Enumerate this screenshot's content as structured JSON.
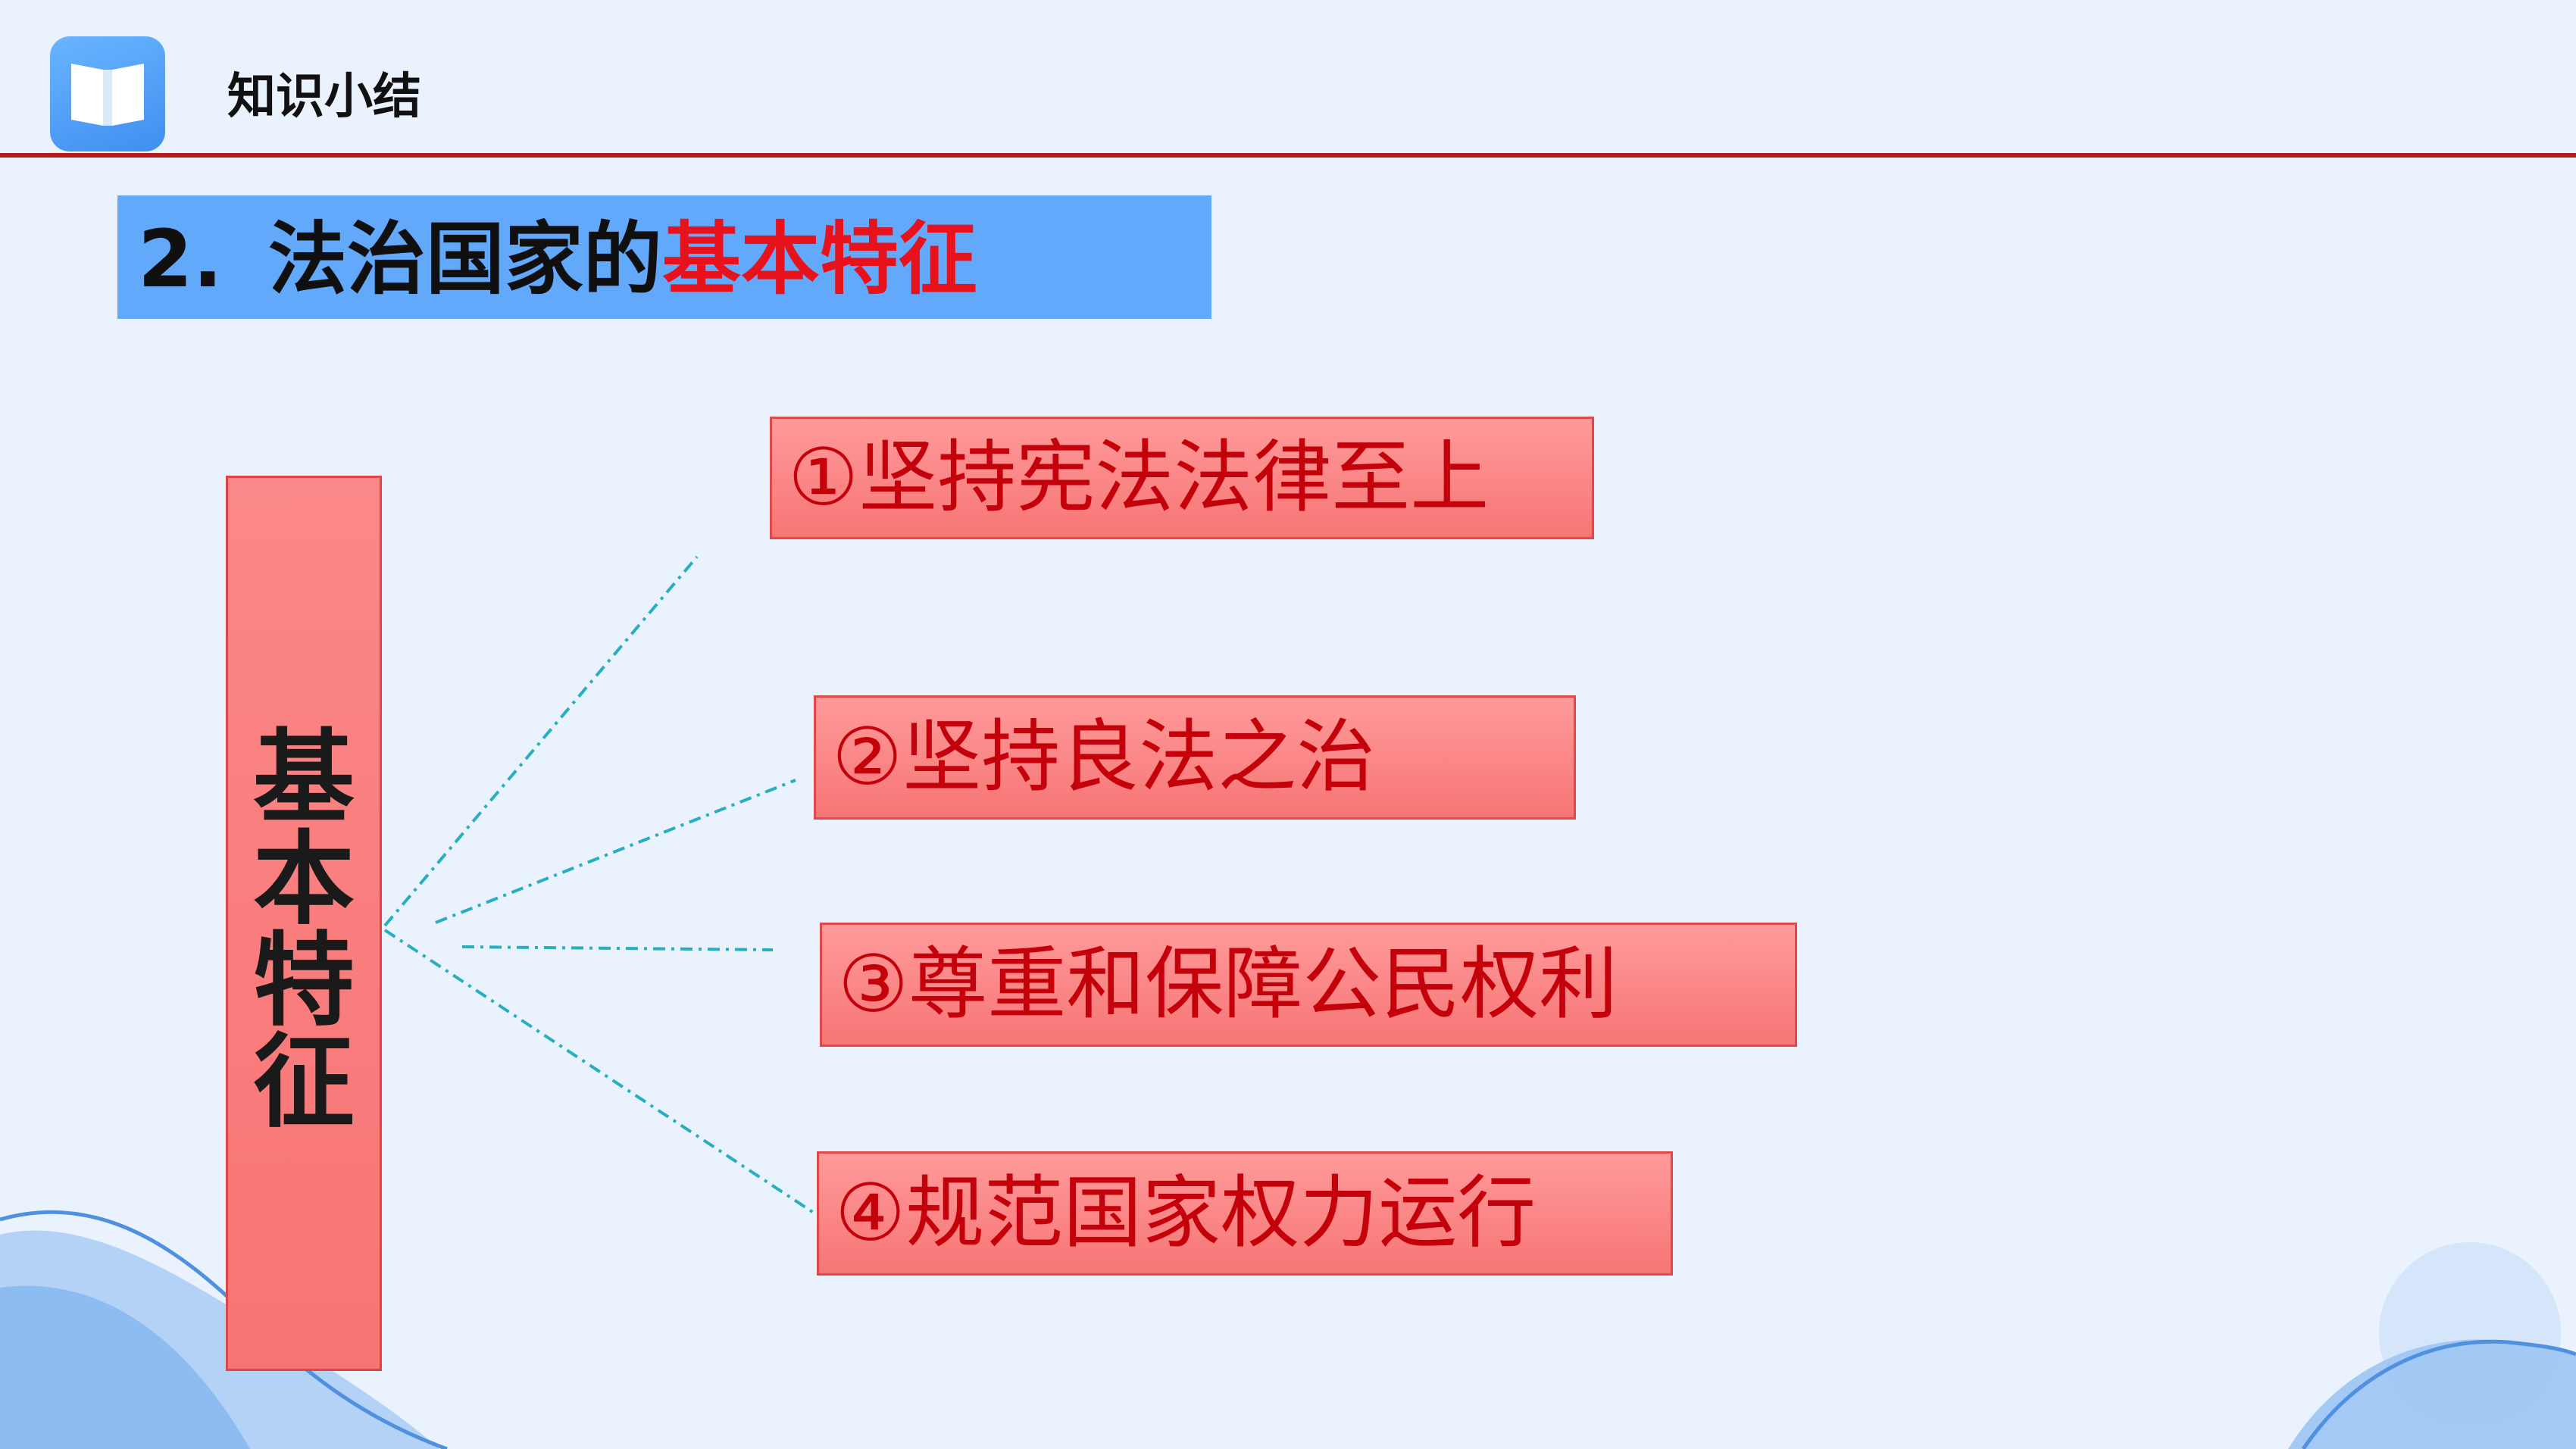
{
  "header": {
    "title": "知识小结",
    "icon": "book-icon"
  },
  "section": {
    "number": "2.",
    "title_plain": "法治国家的",
    "title_highlight": "基本特征"
  },
  "root": {
    "label_chars": [
      "基",
      "本",
      "特",
      "征"
    ]
  },
  "features": [
    {
      "text": "①坚持宪法法律至上"
    },
    {
      "text": "②坚持良法之治"
    },
    {
      "text": "③尊重和保障公民权利"
    },
    {
      "text": "④规范国家权力运行"
    }
  ],
  "colors": {
    "accent_red": "#e8121c",
    "header_rule": "#b71c1c",
    "banner_blue": "#62a9fb",
    "box_red": "#f87474",
    "connector": "#27aebf"
  }
}
